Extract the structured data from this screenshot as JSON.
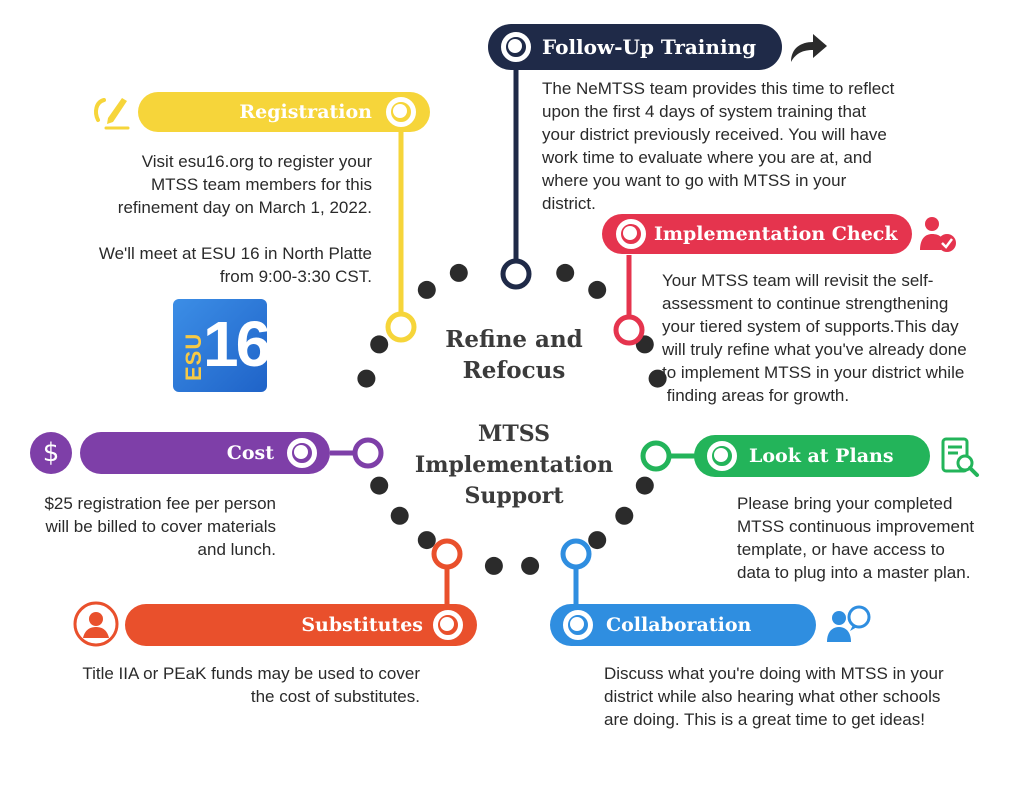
{
  "center": {
    "title_line1": "Refine and",
    "title_line2": "Refocus",
    "subtitle_line1": "MTSS",
    "subtitle_line2": "Implementation",
    "subtitle_line3": "Support"
  },
  "colors": {
    "follow_up": "#1f2a48",
    "registration": "#f6d53a",
    "implementation": "#e5344e",
    "cost": "#7e3fa8",
    "plans": "#23b45a",
    "substitutes": "#e9502c",
    "collaboration": "#2f8ee0",
    "dots": "#2b2b2b"
  },
  "sections": {
    "follow_up": {
      "title": "Follow-Up Training",
      "icon": "arrow-forward-icon",
      "lines": [
        "The NeMTSS team provides this time to reflect",
        "upon the first 4 days of system training that",
        "your district previously received. You will have",
        "work time to evaluate where you are at, and",
        "where you want to go with MTSS in your",
        "district."
      ]
    },
    "registration": {
      "title": "Registration",
      "icon": "pen-icon",
      "lines": [
        "Visit esu16.org to register your",
        "MTSS team members for this",
        "refinement day on March 1, 2022."
      ],
      "lines2": [
        "We'll meet at ESU 16 in North Platte",
        "from 9:00-3:30 CST."
      ],
      "logo_text": "ESU",
      "logo_number": "16"
    },
    "implementation": {
      "title": "Implementation Check",
      "icon": "user-check-icon",
      "lines": [
        "Your MTSS team will revisit the self-",
        "assessment to continue strengthening",
        "your tiered system of supports.This day",
        "will truly refine what you've already done",
        "to implement MTSS in your district while",
        " finding areas for growth."
      ]
    },
    "cost": {
      "title": "Cost",
      "icon": "dollar-icon",
      "icon_glyph": "$",
      "lines": [
        "$25 registration fee per person",
        "will be billed to cover materials",
        "and lunch."
      ]
    },
    "plans": {
      "title": "Look at Plans",
      "icon": "document-search-icon",
      "lines": [
        "Please bring your completed",
        "MTSS continuous improvement",
        "template, or have access to",
        "data to plug into a master plan."
      ]
    },
    "substitutes": {
      "title": "Substitutes",
      "icon": "person-icon",
      "lines": [
        "Title IIA or PEaK funds may be used to cover",
        "the cost of substitutes."
      ]
    },
    "collaboration": {
      "title": "Collaboration",
      "icon": "chat-person-icon",
      "lines": [
        "Discuss what you're doing with MTSS in your",
        "district while also hearing what other schools",
        "are doing. This is a great time to get ideas!"
      ]
    }
  }
}
